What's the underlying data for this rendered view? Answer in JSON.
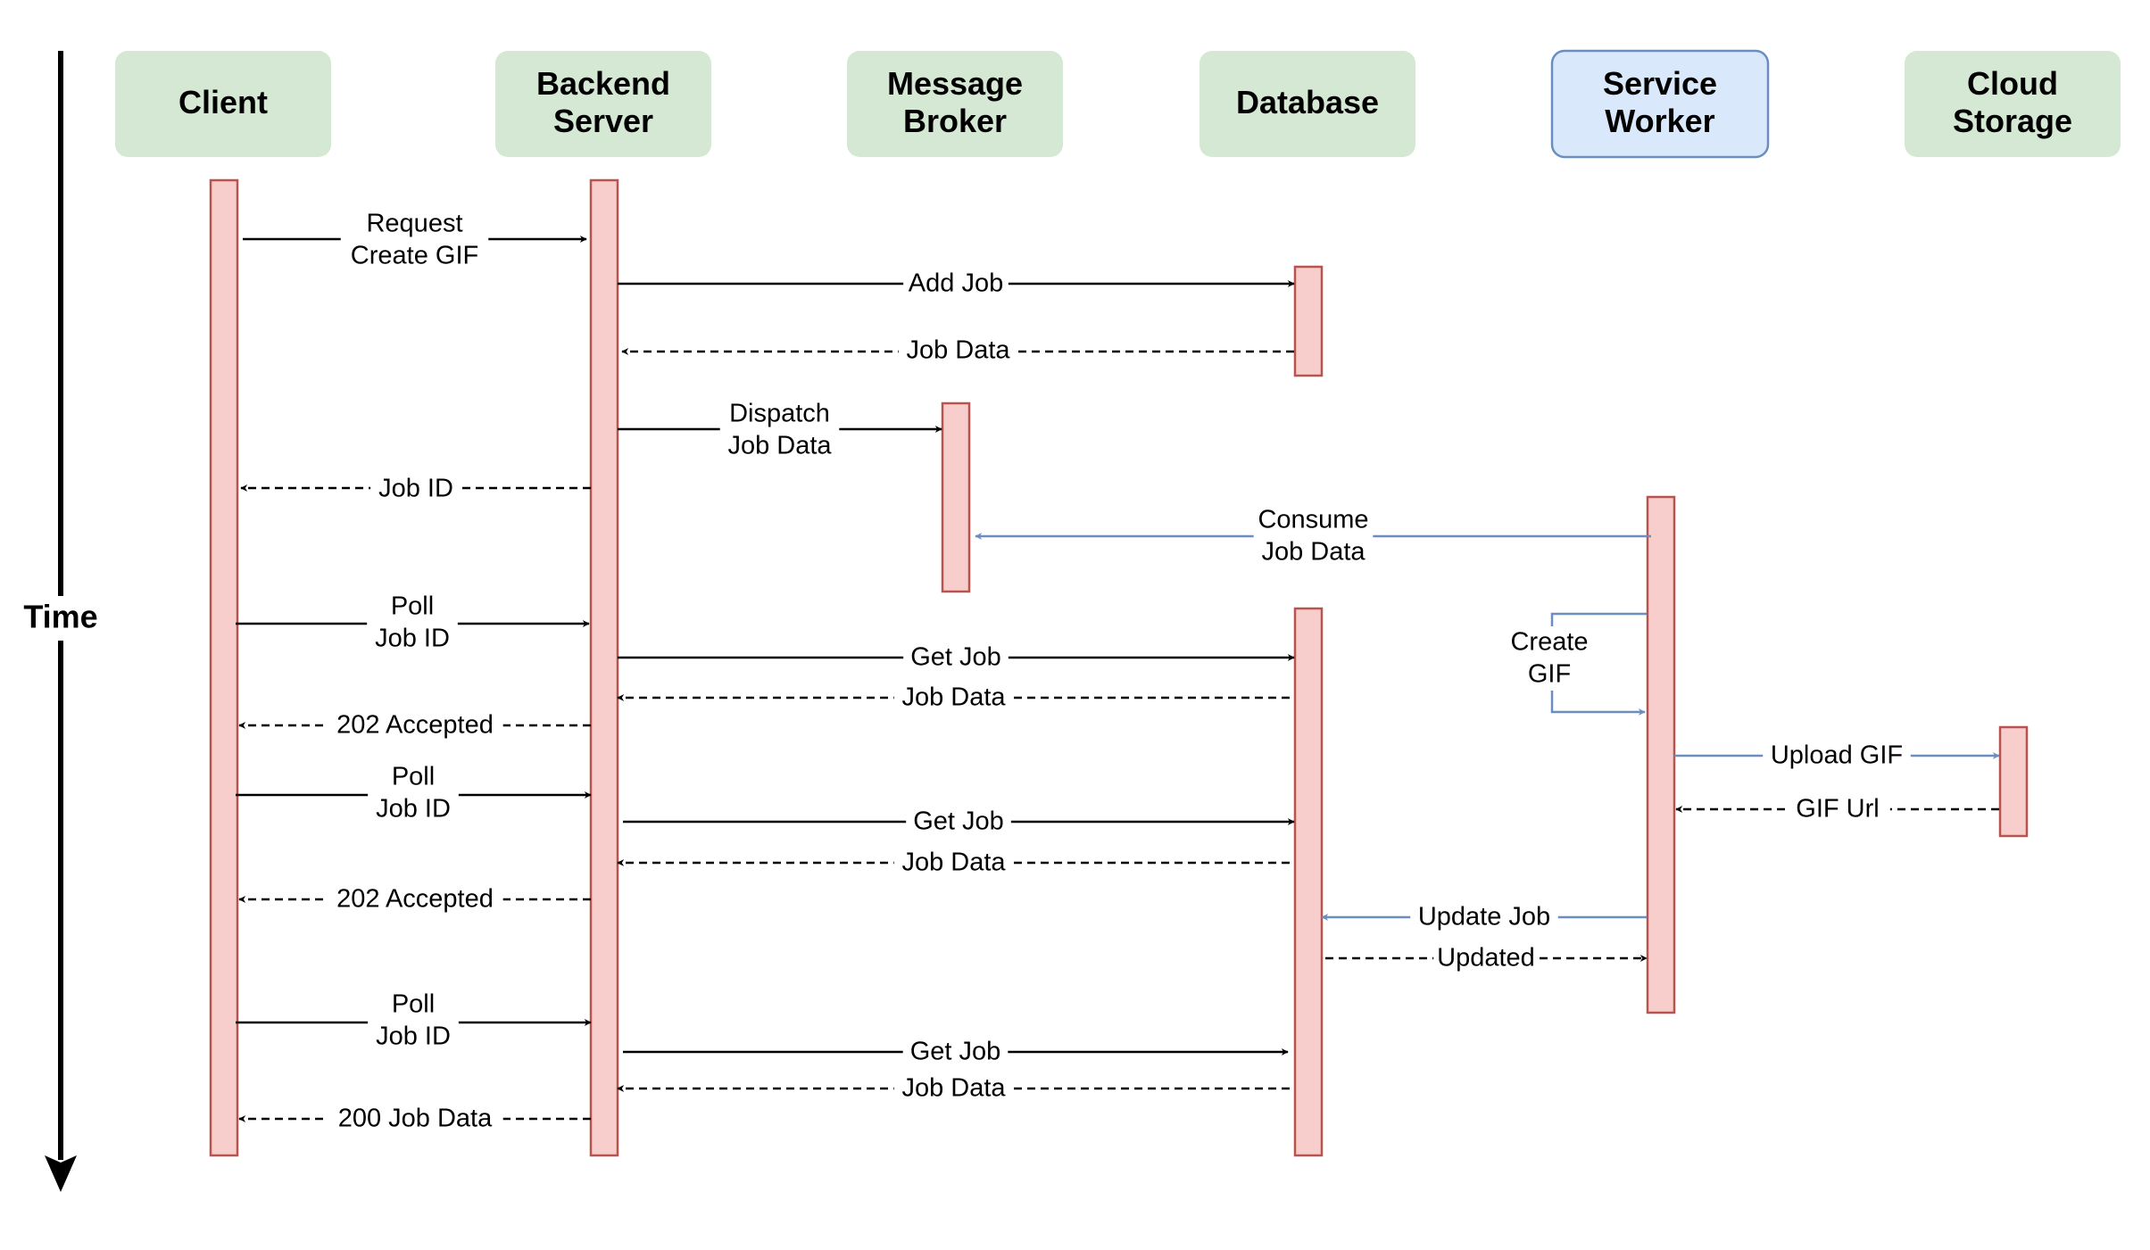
{
  "time_label": "Time",
  "colors": {
    "participant_fill": "#d5e8d4",
    "participant_highlight_fill": "#dae8fc",
    "participant_highlight_stroke": "#6c8ebf",
    "activation_fill": "#f8cecc",
    "activation_stroke": "#b85450",
    "message_black": "#000000",
    "message_blue": "#6c8ebf"
  },
  "participants": [
    {
      "id": "client",
      "lines": [
        "Client"
      ]
    },
    {
      "id": "backend-server",
      "lines": [
        "Backend",
        "Server"
      ]
    },
    {
      "id": "message-broker",
      "lines": [
        "Message",
        "Broker"
      ]
    },
    {
      "id": "database",
      "lines": [
        "Database"
      ]
    },
    {
      "id": "service-worker",
      "lines": [
        "Service",
        "Worker"
      ]
    },
    {
      "id": "cloud-storage",
      "lines": [
        "Cloud",
        "Storage"
      ]
    }
  ],
  "messages": [
    {
      "from": "client",
      "to": "backend-server",
      "kind": "call",
      "color": "black",
      "lines": [
        "Request",
        "Create GIF"
      ]
    },
    {
      "from": "backend-server",
      "to": "database",
      "kind": "call",
      "color": "black",
      "lines": [
        "Add Job"
      ]
    },
    {
      "from": "database",
      "to": "backend-server",
      "kind": "return",
      "color": "black",
      "lines": [
        "Job Data"
      ]
    },
    {
      "from": "backend-server",
      "to": "message-broker",
      "kind": "call",
      "color": "black",
      "lines": [
        "Dispatch",
        "Job Data"
      ]
    },
    {
      "from": "backend-server",
      "to": "client",
      "kind": "return",
      "color": "black",
      "lines": [
        "Job ID"
      ]
    },
    {
      "from": "service-worker",
      "to": "message-broker",
      "kind": "call",
      "color": "blue",
      "lines": [
        "Consume",
        "Job Data"
      ]
    },
    {
      "from": "client",
      "to": "backend-server",
      "kind": "call",
      "color": "black",
      "lines": [
        "Poll",
        "Job ID"
      ]
    },
    {
      "from": "backend-server",
      "to": "database",
      "kind": "call",
      "color": "black",
      "lines": [
        "Get Job"
      ]
    },
    {
      "from": "database",
      "to": "backend-server",
      "kind": "return",
      "color": "black",
      "lines": [
        "Job Data"
      ]
    },
    {
      "from": "backend-server",
      "to": "client",
      "kind": "return",
      "color": "black",
      "lines": [
        "202 Accepted"
      ]
    },
    {
      "from": "service-worker",
      "to": "service-worker",
      "kind": "self",
      "color": "blue",
      "lines": [
        "Create",
        "GIF"
      ]
    },
    {
      "from": "service-worker",
      "to": "cloud-storage",
      "kind": "call",
      "color": "blue",
      "lines": [
        "Upload GIF"
      ]
    },
    {
      "from": "cloud-storage",
      "to": "service-worker",
      "kind": "return",
      "color": "black",
      "lines": [
        "GIF Url"
      ]
    },
    {
      "from": "client",
      "to": "backend-server",
      "kind": "call",
      "color": "black",
      "lines": [
        "Poll",
        "Job ID"
      ]
    },
    {
      "from": "backend-server",
      "to": "database",
      "kind": "call",
      "color": "black",
      "lines": [
        "Get Job"
      ]
    },
    {
      "from": "database",
      "to": "backend-server",
      "kind": "return",
      "color": "black",
      "lines": [
        "Job Data"
      ]
    },
    {
      "from": "backend-server",
      "to": "client",
      "kind": "return",
      "color": "black",
      "lines": [
        "202 Accepted"
      ]
    },
    {
      "from": "service-worker",
      "to": "database",
      "kind": "call",
      "color": "blue",
      "lines": [
        "Update Job"
      ]
    },
    {
      "from": "database",
      "to": "service-worker",
      "kind": "return",
      "color": "black",
      "lines": [
        "Updated"
      ]
    },
    {
      "from": "client",
      "to": "backend-server",
      "kind": "call",
      "color": "black",
      "lines": [
        "Poll",
        "Job ID"
      ]
    },
    {
      "from": "backend-server",
      "to": "database",
      "kind": "call",
      "color": "black",
      "lines": [
        "Get Job"
      ]
    },
    {
      "from": "database",
      "to": "backend-server",
      "kind": "return",
      "color": "black",
      "lines": [
        "Job Data"
      ]
    },
    {
      "from": "backend-server",
      "to": "client",
      "kind": "return",
      "color": "black",
      "lines": [
        "200 Job Data"
      ]
    }
  ]
}
